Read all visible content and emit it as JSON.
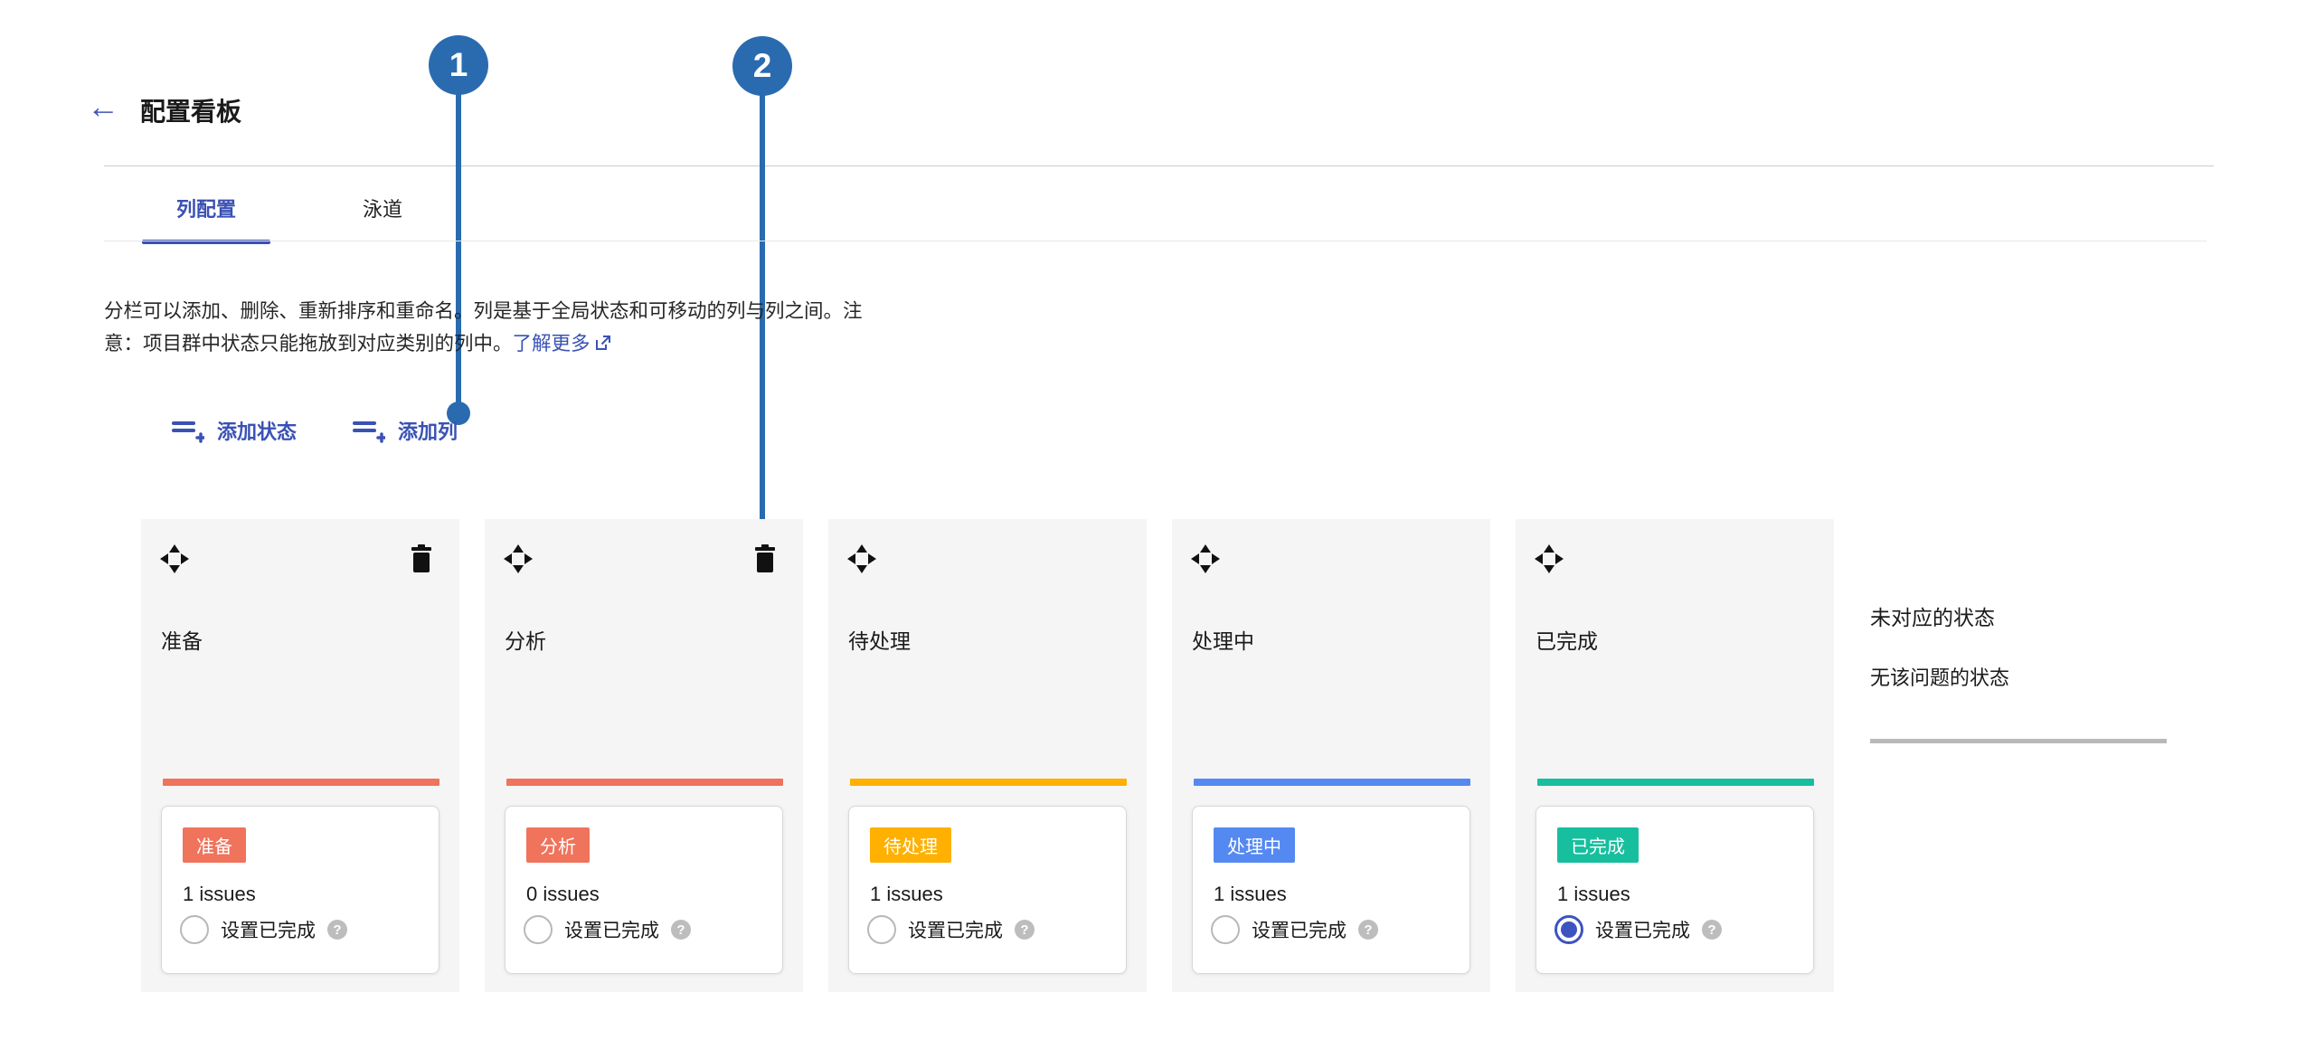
{
  "header": {
    "back_glyph": "←",
    "title": "配置看板"
  },
  "annotations": {
    "badge1": "1",
    "badge2": "2"
  },
  "tabs": [
    {
      "label": "列配置",
      "active": true
    },
    {
      "label": "泳道",
      "active": false
    }
  ],
  "description": {
    "line1": "分栏可以添加、删除、重新排序和重命名。列是基于全局状态和可移动的列与列之间。注",
    "line2": "意：项目群中状态只能拖放到对应类别的列中。",
    "link_label": "了解更多"
  },
  "actions": [
    {
      "label": "添加状态"
    },
    {
      "label": "添加列"
    }
  ],
  "card": {
    "help_glyph": "?"
  },
  "columns": [
    {
      "name": "准备",
      "badge": "准备",
      "color": "#F0735C",
      "issues": "1 issues",
      "radio_label": "设置已完成",
      "radio_checked": false,
      "deletable": true
    },
    {
      "name": "分析",
      "badge": "分析",
      "color": "#F0735C",
      "issues": "0 issues",
      "radio_label": "设置已完成",
      "radio_checked": false,
      "deletable": true
    },
    {
      "name": "待处理",
      "badge": "待处理",
      "color": "#FFB000",
      "issues": "1 issues",
      "radio_label": "设置已完成",
      "radio_checked": false,
      "deletable": false
    },
    {
      "name": "处理中",
      "badge": "处理中",
      "color": "#5589F2",
      "issues": "1 issues",
      "radio_label": "设置已完成",
      "radio_checked": false,
      "deletable": false
    },
    {
      "name": "已完成",
      "badge": "已完成",
      "color": "#17BF9E",
      "issues": "1 issues",
      "radio_label": "设置已完成",
      "radio_checked": true,
      "deletable": false
    }
  ],
  "unmapped": {
    "title": "未对应的状态",
    "subtitle": "无该问题的状态"
  },
  "colors": {
    "annotation_blue": "#2A6BB0",
    "link_blue": "#3A52B4",
    "active_tab_blue": "#3A50B5",
    "radio_checked_blue": "#3D53C0",
    "column_bg": "#F5F5F5",
    "salmon": "#F0735C",
    "amber": "#FFB000",
    "blue": "#5589F2",
    "teal": "#17BF9E"
  }
}
